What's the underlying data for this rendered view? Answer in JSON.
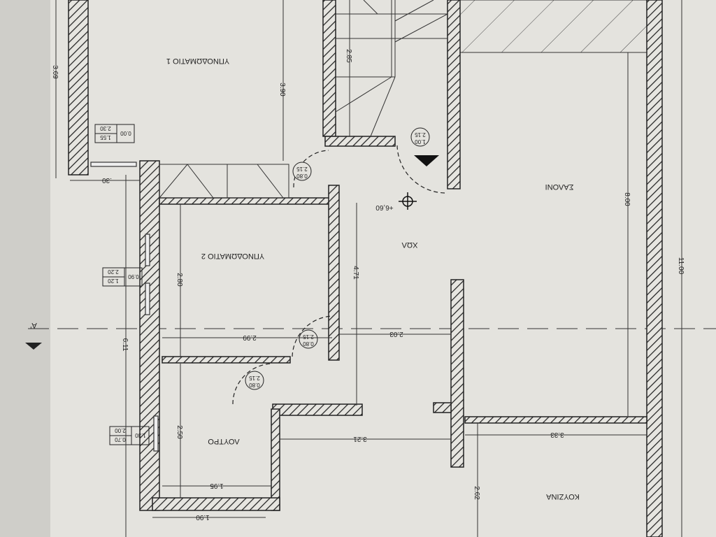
{
  "rooms": {
    "bedroom1": "ΥΠΝΟΔΩΜΑΤΙΟ 1",
    "bedroom2": "ΥΠΝΟΔΩΜΑΤΙΟ 2",
    "hall": "ΧΩΛ",
    "living": "ΣΑΛΟΝΙ",
    "bath": "ΛΟΥΤΡΟ",
    "kitchen": "ΚΟΥΖΙΝΑ"
  },
  "dimensions": {
    "d369": "3.69",
    "d390": "3.90",
    "d285": "2.85",
    "d800": "8.00",
    "d1100": "11.00",
    "d471": "4.71",
    "d280": "2.80",
    "d611": "6.11",
    "d299": "2.99",
    "d203": "2.03",
    "d250": "2.50",
    "d321": "3.21",
    "d333": "3.33",
    "d262": "2.62",
    "d195": "1.95",
    "d190": "1.90",
    "d030": ".30"
  },
  "level": "+6,60",
  "section_mark": "A'",
  "doors": [
    {
      "w": "1.00",
      "h": "2.15"
    },
    {
      "w": "0.80",
      "h": "2.15"
    },
    {
      "w": "0.80",
      "h": "2.15"
    },
    {
      "w": "0.80",
      "h": "2.15"
    }
  ],
  "windows": [
    {
      "sill": "0.00",
      "w": "1.55",
      "h": "2.30"
    },
    {
      "sill": "0.90",
      "w": "1.20",
      "h": "2.20"
    },
    {
      "sill": "1.30",
      "w": "0.70",
      "h": "2.00"
    }
  ]
}
